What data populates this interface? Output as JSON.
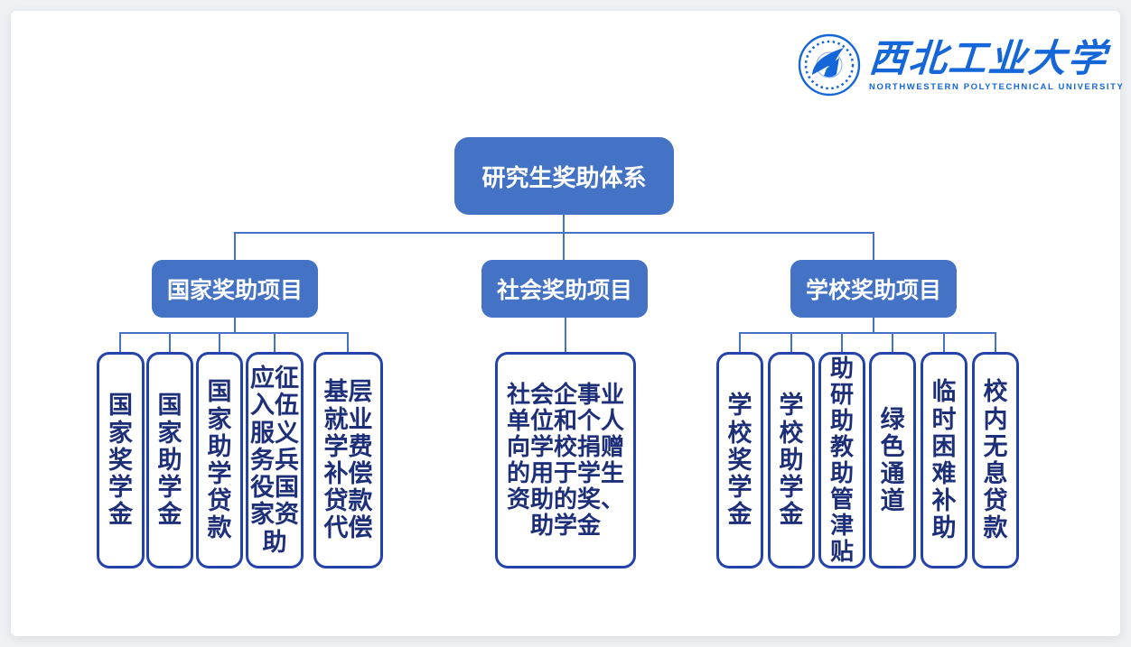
{
  "page": {
    "background_color": "#eef0f3",
    "card_color": "#ffffff"
  },
  "logo": {
    "emblem_icon": "npu-seal-airplane-icon",
    "university_cn": "西北工业大学",
    "university_en": "NORTHWESTERN  POLYTECHNICAL  UNIVERSITY",
    "brand_color": "#1566d8"
  },
  "colors": {
    "node_fill": "#4472c4",
    "node_text": "#ffffff",
    "connector": "#4472c4",
    "leaf_border": "#2443aa",
    "leaf_text": "#1e2f7a"
  },
  "tree": {
    "root": {
      "label": "研究生奖助体系"
    },
    "branches": [
      {
        "label": "国家奖助项目",
        "children": [
          "国家奖学金",
          "国家助学金",
          "国家助学贷款",
          "应征入伍服义务兵役国家资助",
          "基层就业学费补偿贷款代偿"
        ]
      },
      {
        "label": "社会奖助项目",
        "children": [
          "社会企事业单位和个人向学校捐赠的用于学生资助的奖、助学金"
        ]
      },
      {
        "label": "学校奖助项目",
        "children": [
          "学校奖学金",
          "学校助学金",
          "助研助教助管津贴",
          "绿色通道",
          "临时困难补助",
          "校内无息贷款"
        ]
      }
    ]
  }
}
